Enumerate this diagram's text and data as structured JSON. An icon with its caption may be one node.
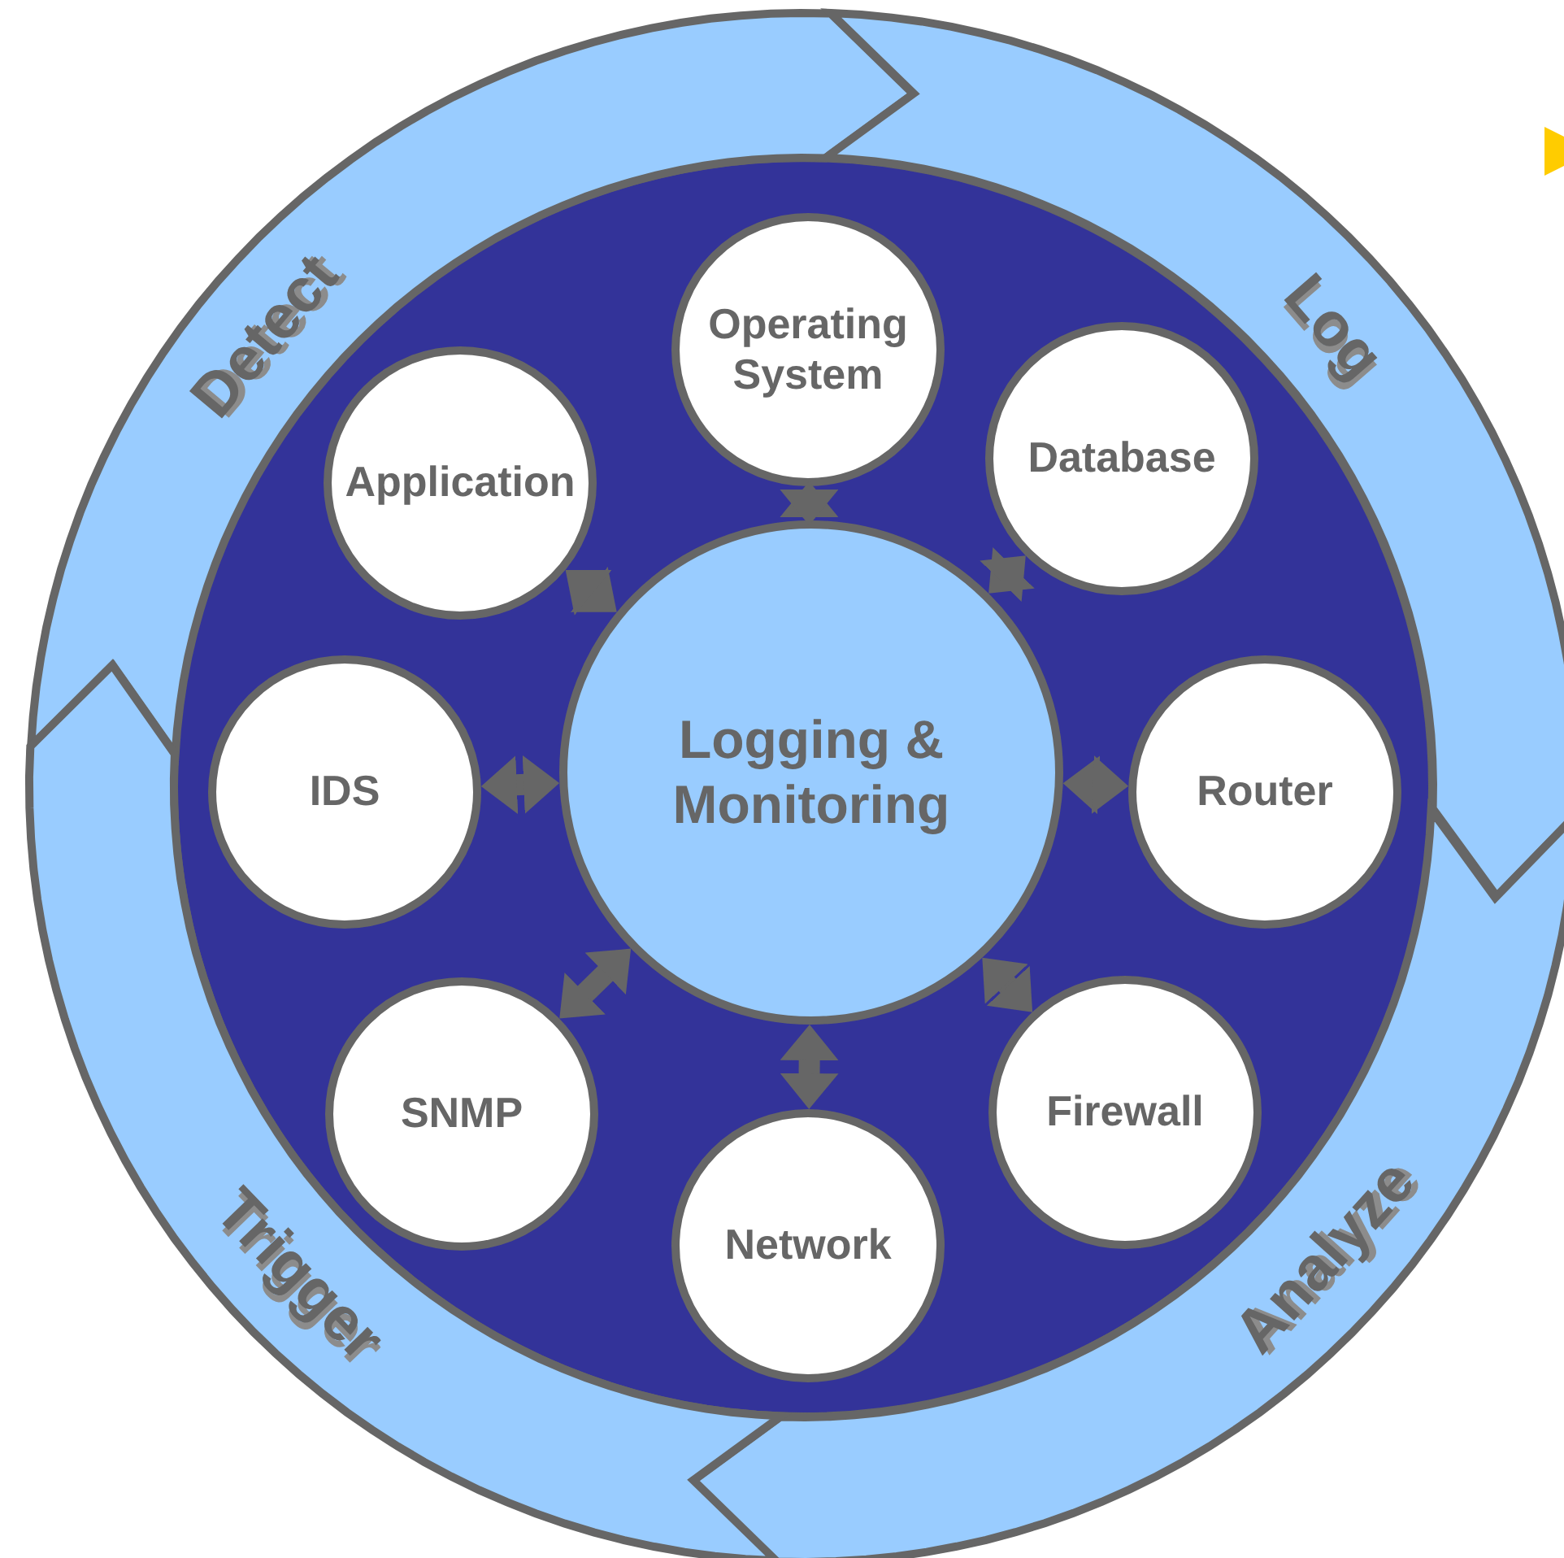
{
  "diagram": {
    "nodes": [
      {
        "text": [
          "Detect"
        ]
      },
      {
        "text": [
          "Log"
        ]
      },
      {
        "text": [
          "Analyze"
        ]
      },
      {
        "text": [
          "Trigger"
        ]
      },
      {
        "text": [
          "Logging & Monitoring"
        ]
      },
      {
        "text": [
          "Operating System"
        ]
      },
      {
        "text": [
          "Database"
        ]
      },
      {
        "text": [
          "Router"
        ]
      },
      {
        "text": [
          "Firewall"
        ]
      },
      {
        "text": [
          "Network"
        ]
      },
      {
        "text": [
          "SNMP"
        ]
      },
      {
        "text": [
          "IDS"
        ]
      },
      {
        "text": [
          "Application"
        ]
      }
    ],
    "edges": [
      {
        "from": 4,
        "to": 5,
        "arrow": "both"
      },
      {
        "from": 4,
        "to": 6,
        "arrow": "both"
      },
      {
        "from": 4,
        "to": 7,
        "arrow": "both"
      },
      {
        "from": 4,
        "to": 8,
        "arrow": "both"
      },
      {
        "from": 4,
        "to": 9,
        "arrow": "both"
      },
      {
        "from": 4,
        "to": 10,
        "arrow": "both"
      },
      {
        "from": 4,
        "to": 11,
        "arrow": "both"
      },
      {
        "from": 4,
        "to": 12,
        "arrow": "both"
      }
    ]
  }
}
